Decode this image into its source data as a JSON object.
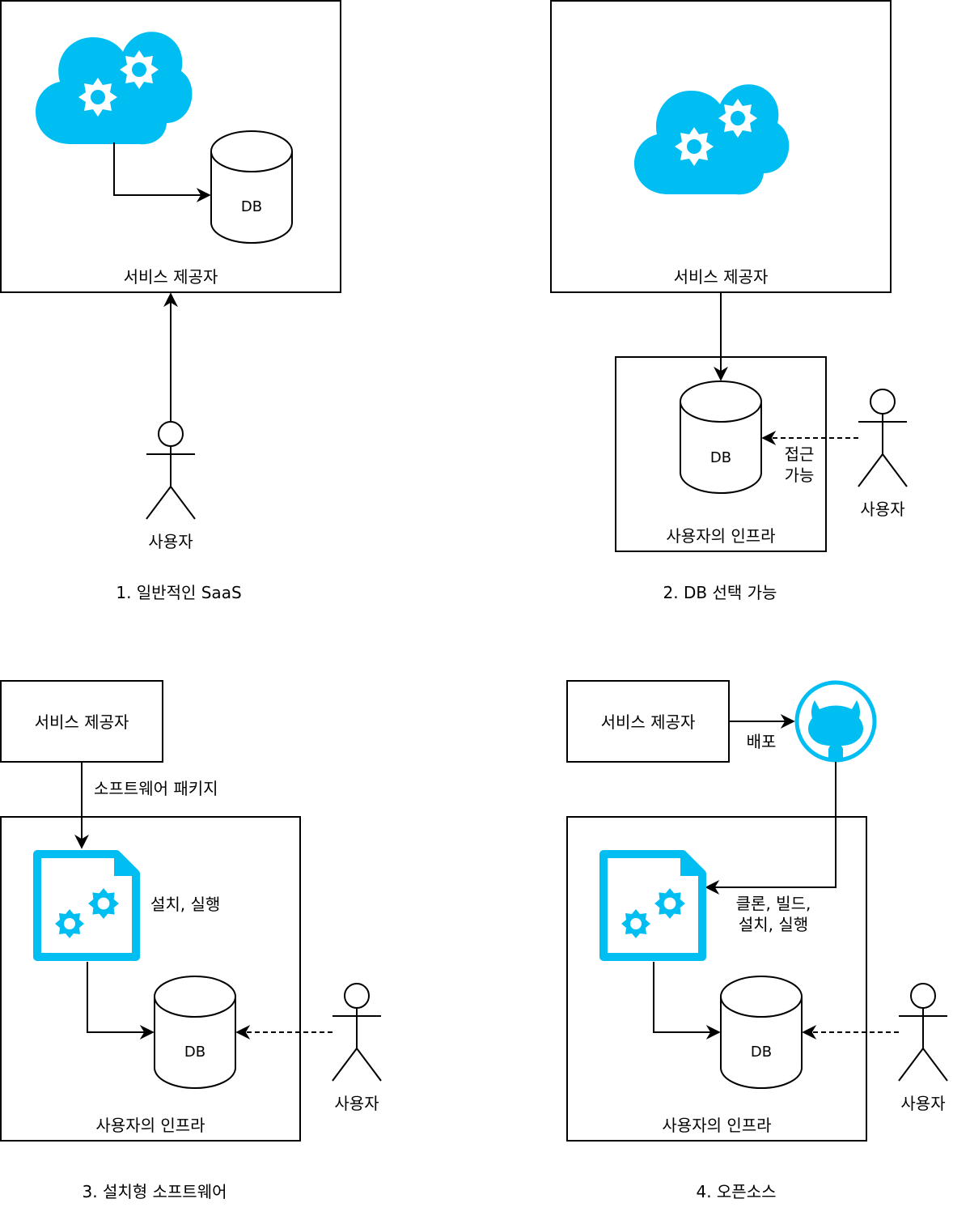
{
  "panels": [
    {
      "caption": "1. 일반적인 SaaS",
      "provider_label": "서비스 제공자",
      "db_label": "DB",
      "user_label": "사용자"
    },
    {
      "caption": "2. DB 선택 가능",
      "provider_label": "서비스 제공자",
      "db_label": "DB",
      "user_label": "사용자",
      "infra_label": "사용자의 인프라",
      "access_label_line1": "접근",
      "access_label_line2": "가능"
    },
    {
      "caption": "3. 설치형 소프트웨어",
      "provider_label": "서비스 제공자",
      "package_label": "소프트웨어 패키지",
      "install_label": "설치, 실행",
      "db_label": "DB",
      "user_label": "사용자",
      "infra_label": "사용자의 인프라"
    },
    {
      "caption": "4. 오픈소스",
      "provider_label": "서비스 제공자",
      "deploy_label": "배포",
      "clone_label_line1": "클론, 빌드,",
      "clone_label_line2": "설치, 실행",
      "db_label": "DB",
      "user_label": "사용자",
      "infra_label": "사용자의 인프라"
    }
  ],
  "colors": {
    "accent": "#00BEF2",
    "stroke": "#000000",
    "background": "#FFFFFF"
  },
  "icons": [
    "cloud-gears-icon",
    "database-icon",
    "user-icon",
    "software-package-icon",
    "github-icon"
  ]
}
